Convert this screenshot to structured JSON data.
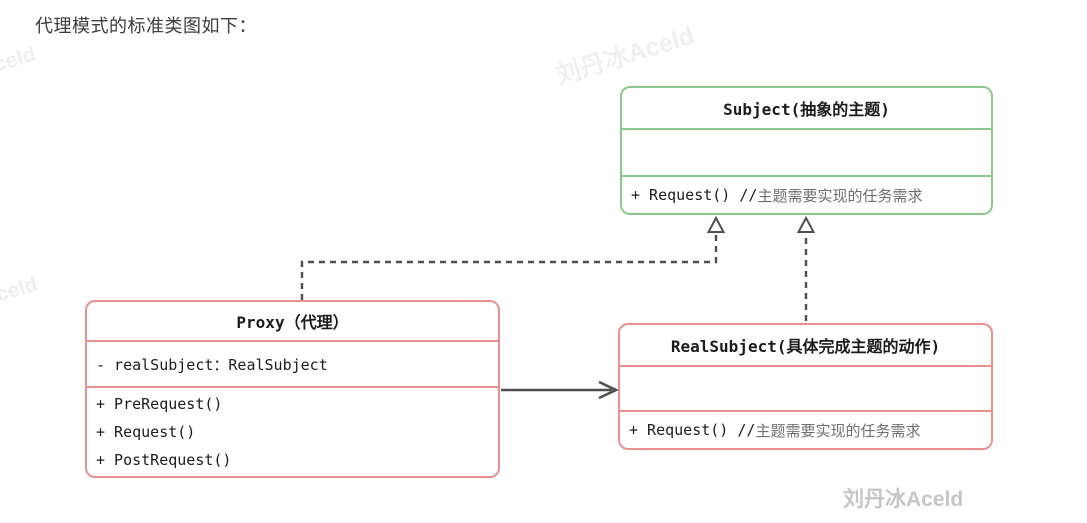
{
  "page": {
    "title": "代理模式的标准类图如下："
  },
  "diagram": {
    "subject": {
      "name": "Subject(抽象的主题)",
      "method_code": "+ Request() //",
      "method_comment": "主题需要实现的任务需求"
    },
    "proxy": {
      "name": "Proxy（代理）",
      "attribute": "- realSubject：RealSubject",
      "methods": [
        "+ PreRequest()",
        "+ Request()",
        "+ PostRequest()"
      ]
    },
    "real_subject": {
      "name": "RealSubject(具体完成主题的动作)",
      "method_code": "+ Request() //",
      "method_comment": "主题需要实现的任务需求"
    },
    "relations": [
      "proxy realizes subject (dashed, hollow arrowhead)",
      "real_subject realizes subject (dashed, hollow arrowhead)",
      "proxy associates real_subject (solid, open arrowhead)"
    ],
    "colors": {
      "subject_border": "#8bc88b",
      "proxy_border": "#ec8f8f",
      "real_subject_border": "#ec8f8f",
      "arrow": "#4f4f4f",
      "code_text": "#1c1c1c",
      "comment_text": "#6f6f6f"
    }
  },
  "watermarks": {
    "signature": "刘丹冰Aceld",
    "diagonal": "刘丹冰Aceld",
    "fragment": "celd"
  }
}
